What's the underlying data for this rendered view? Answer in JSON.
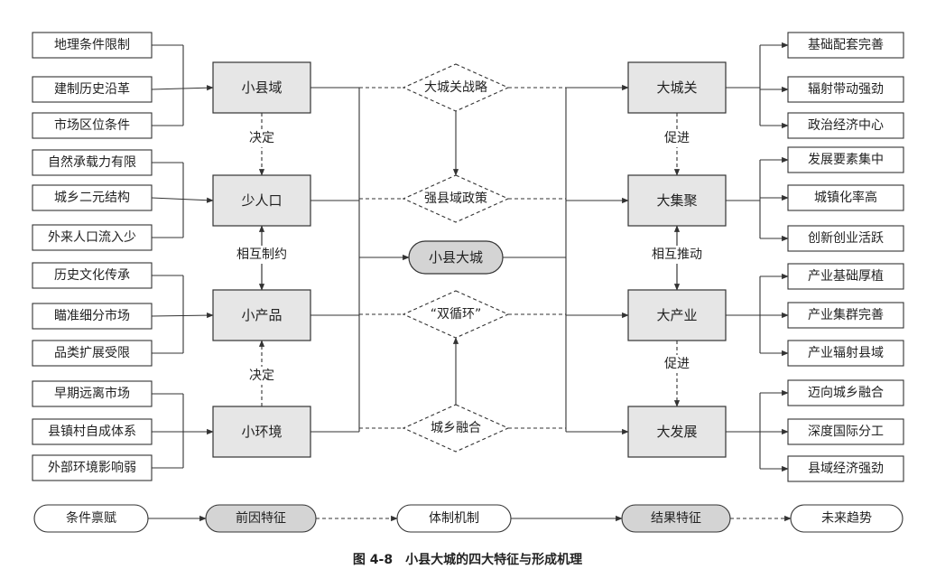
{
  "left_factors": [
    [
      "地理条件限制",
      "建制历史沿革",
      "市场区位条件"
    ],
    [
      "自然承载力有限",
      "城乡二元结构",
      "外来人口流入少"
    ],
    [
      "历史文化传承",
      "瞄准细分市场",
      "品类扩展受限"
    ],
    [
      "早期远离市场",
      "县镇村自成体系",
      "外部环境影响弱"
    ]
  ],
  "left_features": [
    "小县域",
    "少人口",
    "小产品",
    "小环境"
  ],
  "left_relations": [
    "决定",
    "相互制约",
    "决定"
  ],
  "mechanisms": [
    "大城关战略",
    "强县域政策",
    "“双循环”",
    "城乡融合"
  ],
  "core": "小县大城",
  "right_features": [
    "大城关",
    "大集聚",
    "大产业",
    "大发展"
  ],
  "right_relations": [
    "促进",
    "相互推动",
    "促进"
  ],
  "right_results": [
    [
      "基础配套完善",
      "辐射带动强劲",
      "政治经济中心"
    ],
    [
      "发展要素集中",
      "城镇化率高",
      "创新创业活跃"
    ],
    [
      "产业基础厚植",
      "产业集群完善",
      "产业辐射县域"
    ],
    [
      "迈向城乡融合",
      "深度国际分工",
      "县域经济强劲"
    ]
  ],
  "legend": [
    "条件禀赋",
    "前因特征",
    "体制机制",
    "结果特征",
    "未来趋势"
  ],
  "caption": "图 4-8　小县大城的四大特征与形成机理",
  "colors": {
    "feature_fill": "#e6e6e6",
    "core_fill": "#d4d4d4",
    "line": "#333333"
  }
}
